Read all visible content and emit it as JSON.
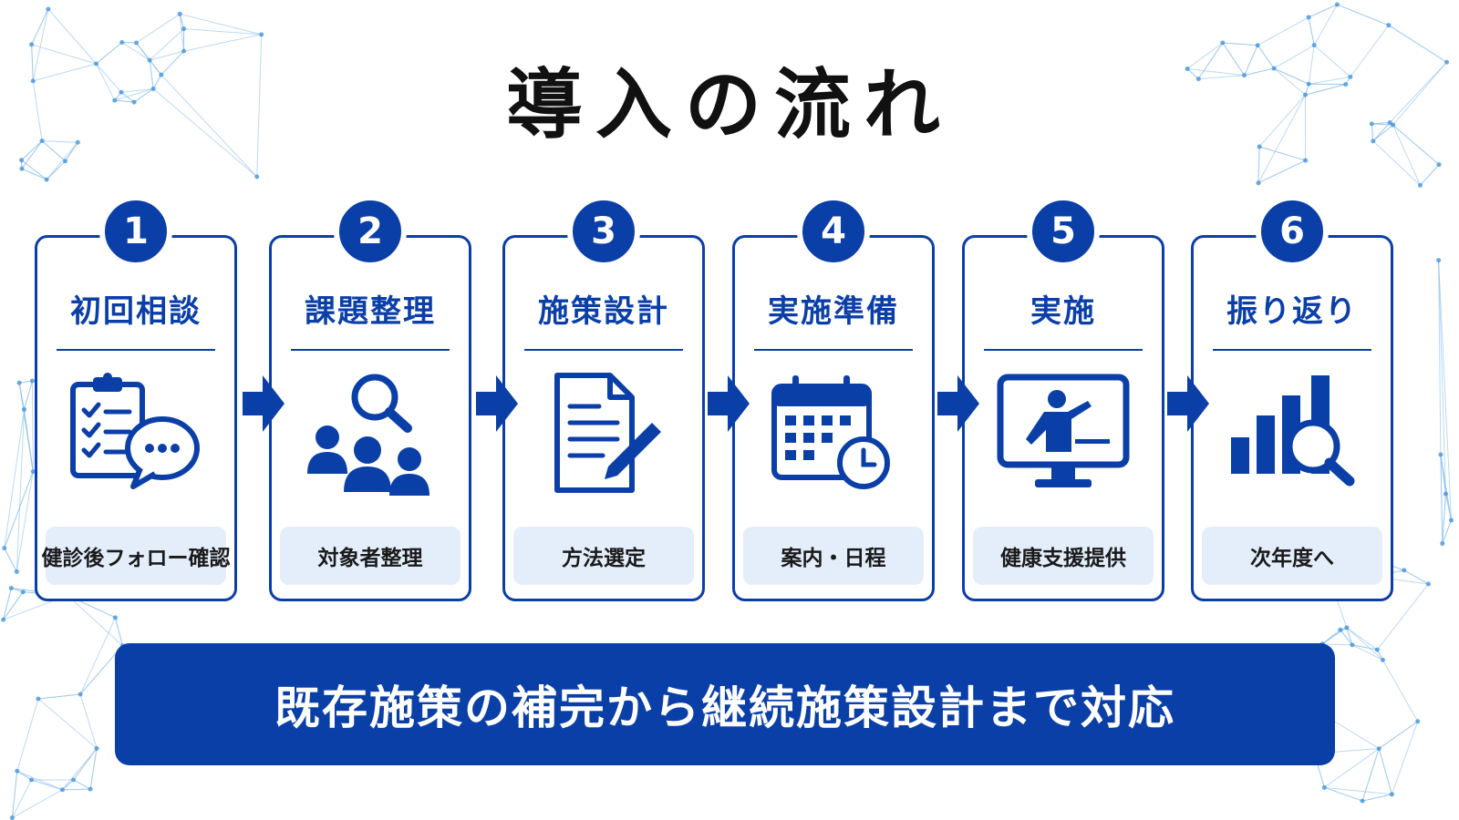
{
  "title": "導入の流れ",
  "steps": [
    {
      "number": "1",
      "title": "初回相談",
      "note": "健診後フォロー確認",
      "icon": "checklist-chat-icon"
    },
    {
      "number": "2",
      "title": "課題整理",
      "note": "対象者整理",
      "icon": "people-search-icon"
    },
    {
      "number": "3",
      "title": "施策設計",
      "note": "方法選定",
      "icon": "document-pen-icon"
    },
    {
      "number": "4",
      "title": "実施準備",
      "note": "案内・日程",
      "icon": "calendar-clock-icon"
    },
    {
      "number": "5",
      "title": "実施",
      "note": "健康支援提供",
      "icon": "monitor-presenter-icon"
    },
    {
      "number": "6",
      "title": "振り返り",
      "note": "次年度へ",
      "icon": "bar-chart-search-icon"
    }
  ],
  "banner": "既存施策の補完から継続施策設計まで対応",
  "colors": {
    "primary": "#0b3fa8",
    "pill_bg": "#e4eefb",
    "title_text": "#111111",
    "network": "#8ec1ec"
  }
}
